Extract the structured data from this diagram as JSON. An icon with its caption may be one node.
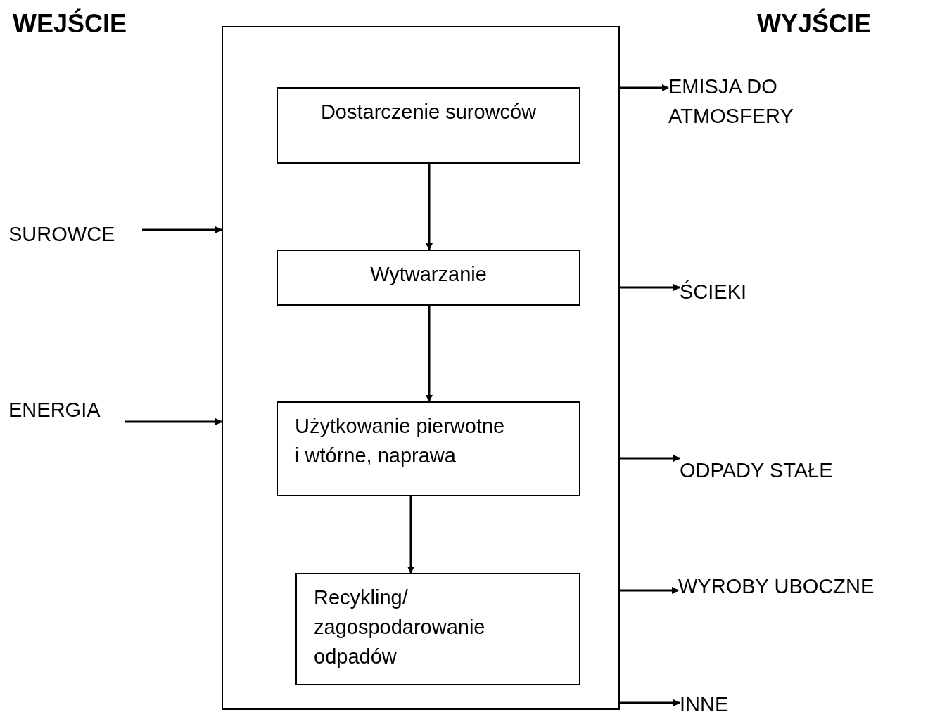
{
  "diagram": {
    "nodes": [
      {
        "text": [],
        "shape": "box"
      },
      {
        "text": [
          "Dostarczenie surowców"
        ],
        "in": 0
      },
      {
        "text": [
          "Wytwarzanie"
        ],
        "in": 0
      },
      {
        "text": [
          "Użytkowanie pierwotne i wtórne, naprawa"
        ],
        "in": 0
      },
      {
        "text": [
          "Recykling/ zagospodarowanie odpadów"
        ],
        "in": 0
      },
      {
        "text": [
          "SUROWCE"
        ]
      },
      {
        "text": [
          "ENERGIA"
        ]
      },
      {
        "text": [
          "EMISJA DO ATMOSFERY"
        ]
      },
      {
        "text": [
          "ŚCIEKI"
        ]
      },
      {
        "text": [
          "ODPADY STAŁE"
        ]
      },
      {
        "text": [
          "WYROBY UBOCZNE"
        ]
      },
      {
        "text": [
          "INNE"
        ]
      }
    ],
    "edges": [
      {
        "from": 1,
        "to": 2,
        "arrow": "to"
      },
      {
        "from": 2,
        "to": 3,
        "arrow": "to"
      },
      {
        "from": 3,
        "to": 4,
        "arrow": "to"
      },
      {
        "from": 5,
        "to": 0,
        "arrow": "to"
      },
      {
        "from": 6,
        "to": 0,
        "arrow": "to"
      },
      {
        "from": 0,
        "to": 7,
        "arrow": "to"
      },
      {
        "from": 0,
        "to": 8,
        "arrow": "to"
      },
      {
        "from": 0,
        "to": 9,
        "arrow": "to"
      },
      {
        "from": 0,
        "to": 10,
        "arrow": "to"
      },
      {
        "from": 0,
        "to": 11,
        "arrow": "to"
      }
    ],
    "labels": [
      "WEJŚCIE",
      "WYJŚCIE"
    ]
  }
}
